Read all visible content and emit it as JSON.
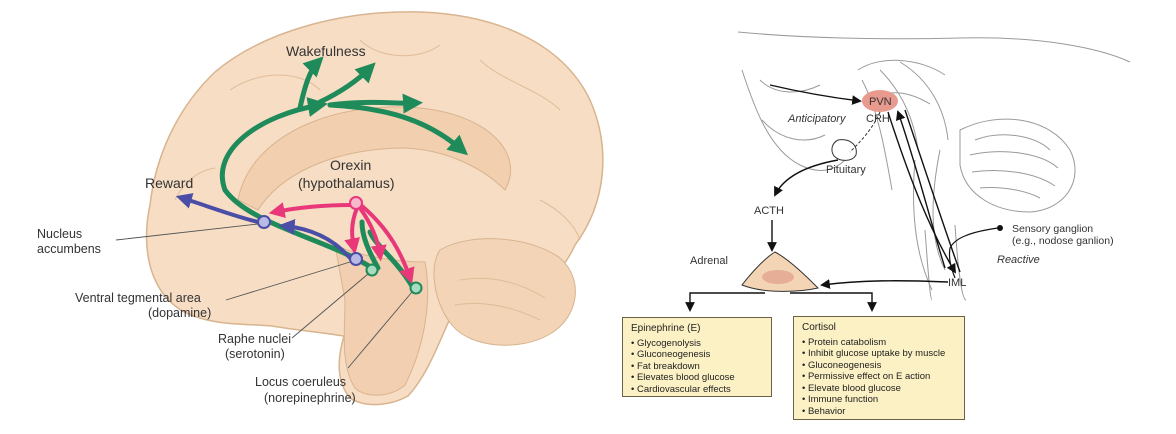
{
  "left": {
    "labels": {
      "wakefulness": "Wakefulness",
      "orexin": "Orexin",
      "orexin_sub": "(hypothalamus)",
      "reward": "Reward",
      "nucleus_line1": "Nucleus",
      "nucleus_line2": "accumbens",
      "vta_line1": "Ventral tegmental area",
      "vta_line2": "(dopamine)",
      "raphe_line1": "Raphe nuclei",
      "raphe_line2": "(serotonin)",
      "locus_line1": "Locus coeruleus",
      "locus_line2": "(norepinephrine)"
    },
    "colors": {
      "brain_fill": "#f7ddc4",
      "brain_stroke": "#d8b48f",
      "green": "#1f8a5a",
      "pink": "#e8387a",
      "blue": "#4a4ea6"
    }
  },
  "right": {
    "labels": {
      "pvn": "PVN",
      "crh": "CRH",
      "anticipatory": "Anticipatory",
      "pituitary": "Pituitary",
      "acth": "ACTH",
      "adrenal": "Adrenal",
      "iml": "IML",
      "sensory_line1": "Sensory ganglion",
      "sensory_line2": "(e.g., nodose ganlion)",
      "reactive": "Reactive"
    },
    "epinephrine": {
      "title": "Epinephrine (E)",
      "items": [
        "Glycogenolysis",
        "Gluconeogenesis",
        "Fat breakdown",
        "Elevates blood glucose",
        "Cardiovascular effects"
      ]
    },
    "cortisol": {
      "title": "Cortisol",
      "items": [
        "Protein catabolism",
        "Inhibit glucose uptake by muscle",
        "Gluconeogenesis",
        "Permissive effect on E action",
        "Elevate blood glucose",
        "Immune function",
        "Behavior"
      ]
    },
    "colors": {
      "box_fill": "#fbf1c4",
      "pvn_fill": "#e89a8e",
      "adrenal_fill": "#f3d5b5"
    }
  }
}
